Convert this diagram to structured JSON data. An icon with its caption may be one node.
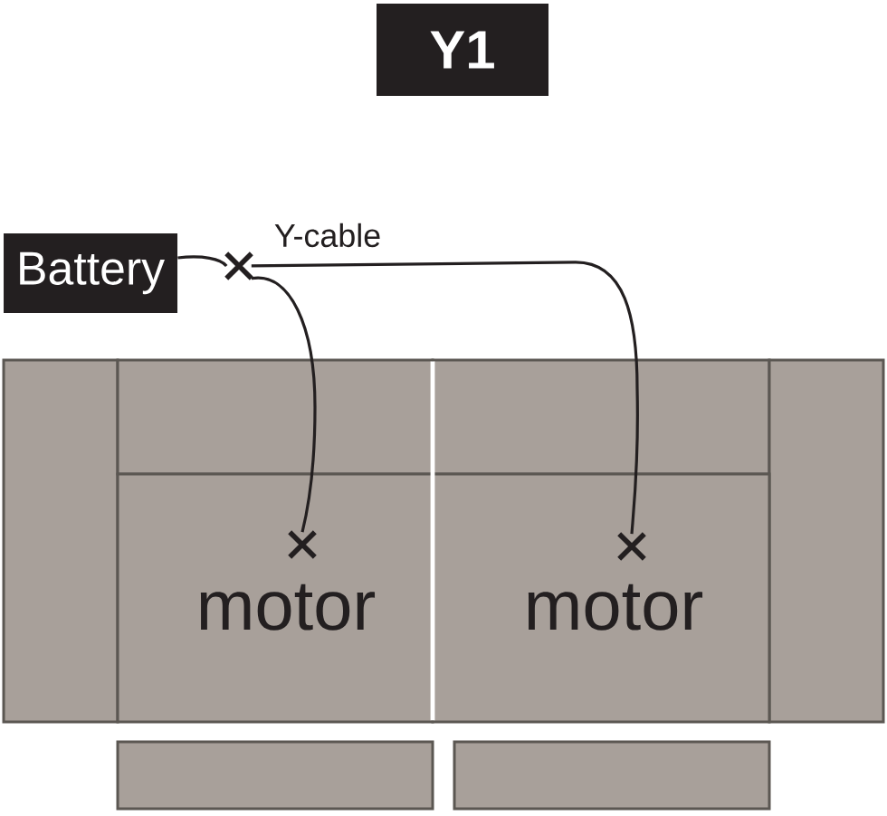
{
  "diagram": {
    "nodes": [
      {
        "text": [
          "Y1"
        ]
      },
      {
        "text": [
          "Battery"
        ]
      },
      {
        "text": [],
        "shape": "cross"
      },
      {
        "text": [],
        "shape": "cross",
        "beside": [
          "motor"
        ]
      },
      {
        "text": [],
        "shape": "cross",
        "beside": [
          "motor"
        ]
      }
    ],
    "edges": [
      {
        "from": 1,
        "to": 2,
        "arrow": "none"
      },
      {
        "from": 2,
        "to": 3,
        "arrow": "none"
      },
      {
        "from": 2,
        "to": 4,
        "arrow": "none",
        "label": "Y-cable"
      }
    ]
  }
}
